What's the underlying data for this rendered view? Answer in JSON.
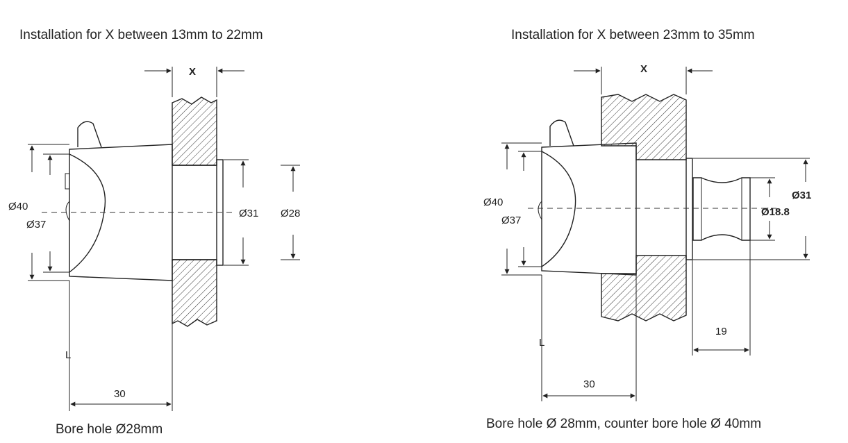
{
  "left": {
    "title": "Installation for X between 13mm to 22mm",
    "caption": "Bore hole Ø28mm",
    "labels": {
      "x": "X",
      "d40": "Ø40",
      "d37": "Ø37",
      "d31": "Ø31",
      "d28": "Ø28",
      "len30": "30",
      "l": "L"
    }
  },
  "right": {
    "title": "Installation for X between 23mm to 35mm",
    "caption": "Bore hole Ø 28mm, counter bore hole Ø 40mm",
    "labels": {
      "x": "X",
      "d40": "Ø40",
      "d37": "Ø37",
      "d31": "Ø31",
      "d18": "Ø18.8",
      "len30": "30",
      "len19": "19",
      "l": "L"
    }
  }
}
